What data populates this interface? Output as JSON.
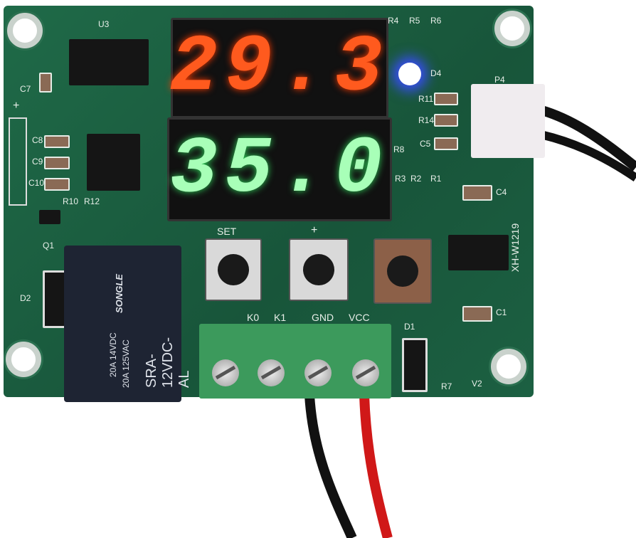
{
  "display": {
    "top_reading": "29.3",
    "bottom_reading": "35.0",
    "top_color": "#ff5a1e",
    "bottom_color": "#a8ffb8"
  },
  "board": {
    "model": "XH-W1219",
    "silkscreen": {
      "u3": "U3",
      "c7": "C7",
      "plus_header": "+",
      "c8": "C8",
      "c9": "C9",
      "c10": "C10",
      "r10": "R10",
      "r12": "R12",
      "q1": "Q1",
      "d2": "D2",
      "r4": "R4",
      "r5": "R5",
      "r6": "R6",
      "d4": "D4",
      "p4": "P4",
      "r11": "R11",
      "r14": "R14",
      "c5": "C5",
      "r8": "R8",
      "r3": "R3",
      "r2": "R2",
      "r1": "R1",
      "c4": "C4",
      "c1": "C1",
      "d1": "D1",
      "r7": "R7",
      "v2": "V2"
    }
  },
  "buttons": {
    "set": "SET",
    "plus": "+"
  },
  "terminals": {
    "k0": "K0",
    "k1": "K1",
    "gnd": "GND",
    "vcc": "VCC"
  },
  "relay": {
    "brand": "SONGLE",
    "model": "SRA-12VDC-AL",
    "rating1": "20A 14VDC",
    "rating2": "20A 125VAC"
  }
}
